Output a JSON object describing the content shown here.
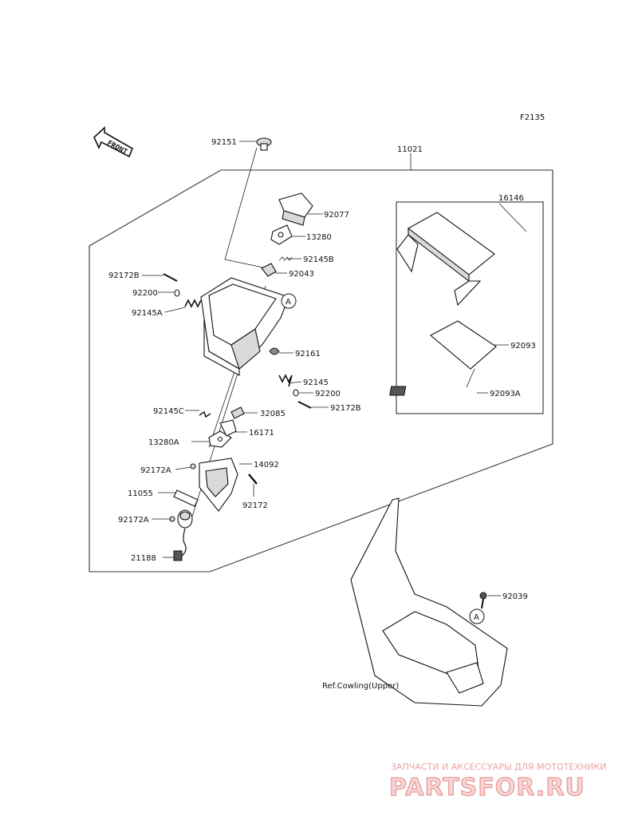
{
  "figure_code": "F2135",
  "front_label": "FRONT",
  "callout_letter": "A",
  "labels": {
    "p92151": "92151",
    "p11021": "11021",
    "p92077": "92077",
    "p13280": "13280",
    "p92145B": "92145B",
    "p92043": "92043",
    "p92172B_l": "92172B",
    "p92200_l": "92200",
    "p92145A": "92145A",
    "p92161": "92161",
    "p92145": "92145",
    "p92200_r": "92200",
    "p92172B_r": "92172B",
    "p92145C": "92145C",
    "p32085": "32085",
    "p13280A": "13280A",
    "p16171": "16171",
    "p92172A_1": "92172A",
    "p14092": "14092",
    "p11055": "11055",
    "p92172": "92172",
    "p92172A_2": "92172A",
    "p21188": "21188",
    "p16146": "16146",
    "p92093": "92093",
    "p92093A": "92093A",
    "p92039": "92039",
    "ref_cowling": "Ref.Cowling(Upper)"
  },
  "watermark": {
    "line1": "ЗАПЧАСТИ И АКСЕССУАРЫ ДЛЯ МОТОТЕХНИКИ",
    "line2": "PARTSFOR.RU"
  }
}
